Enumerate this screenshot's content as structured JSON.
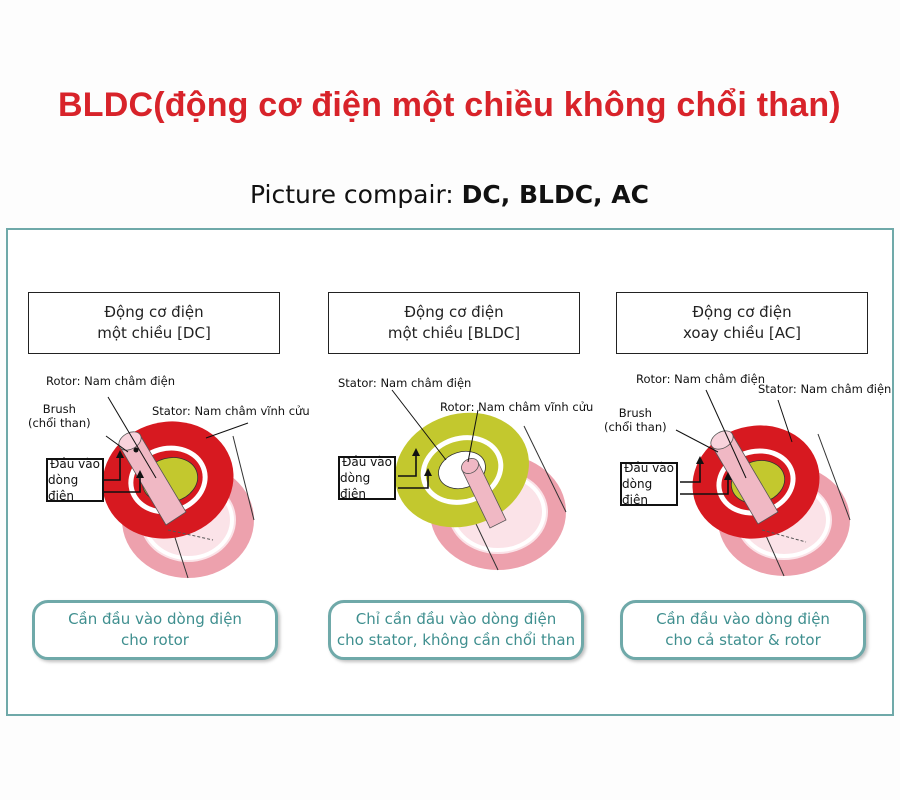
{
  "title": "BLDC(động cơ điện một chiều không chổi than)",
  "subtitle": {
    "prefix": "Picture compair: ",
    "emphasis": "DC, BLDC, AC"
  },
  "colors": {
    "title": "#d8232a",
    "frame": "#6fa9a9",
    "red": "#d71920",
    "yellow_green": "#c3c82e",
    "pink": "#f0b8c4"
  },
  "panels": [
    {
      "header": [
        "Động cơ điện",
        "một chiều [DC]"
      ],
      "labels": {
        "rotor": "Rotor: Nam châm điện",
        "stator": "Stator: Nam châm vĩnh cửu",
        "brush": [
          "Brush",
          "(chổi than)"
        ],
        "input": [
          "Đầu vào",
          "dòng điện"
        ]
      },
      "footer": [
        "Cần đầu vào dòng điện",
        "cho rotor"
      ]
    },
    {
      "header": [
        "Động cơ điện",
        "một chiều [BLDC]"
      ],
      "labels": {
        "stator": "Stator: Nam châm điện",
        "rotor": "Rotor: Nam châm vĩnh cửu",
        "input": [
          "Đầu vào",
          "dòng điện"
        ]
      },
      "footer": [
        "Chỉ cần đầu vào dòng điện",
        "cho stator, không cần chổi than"
      ]
    },
    {
      "header": [
        "Động cơ điện",
        "xoay chiều [AC]"
      ],
      "labels": {
        "rotor": "Rotor: Nam châm điện",
        "stator": "Stator: Nam châm điện",
        "brush": [
          "Brush",
          "(chổi than)"
        ],
        "input": [
          "Đầu vào",
          "dòng điện"
        ]
      },
      "footer": [
        "Cần đầu vào dòng điện",
        "cho cả stator & rotor"
      ]
    }
  ]
}
